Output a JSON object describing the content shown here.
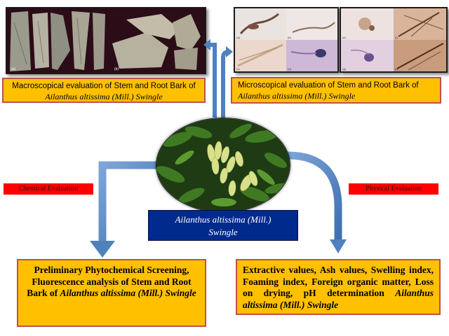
{
  "macro_photo_labels": [
    "(a)",
    "(b)"
  ],
  "micro_photo_labels": [
    "(a)",
    "(b)",
    "(c)",
    "(d)",
    "(e)",
    "(f)",
    "(g)",
    "(h)"
  ],
  "macro_caption": {
    "line1": "Macroscopical evaluation of Stem and Root Bark of",
    "line2": "Ailanthus altissima (Mill.) Swingle"
  },
  "micro_caption": {
    "line1": "Microscopical evaluation of Stem and Root Bark of",
    "line2": "Ailanthus altissima (Mill.) Swingle"
  },
  "chem_label": "Chemical Evaluation",
  "phys_label": "Physical Evaluation",
  "center_title": {
    "line1": "Ailanthus altissima (Mill.)",
    "line2": "Swingle"
  },
  "chem_result": {
    "text": "Preliminary Phytochemical Screening, Fluorescence analysis of Stem and Root Bark of",
    "species": "Ailanthus altissima (Mill.) Swingle"
  },
  "phys_result": {
    "text": "Extractive values, Ash values, Swelling index, Foaming index, Foreign organic matter, Loss on drying, pH determination",
    "species": "Ailanthus altissima (Mill.) Swingle"
  },
  "colors": {
    "caption_fill": "#ffc000",
    "caption_border": "#c0504d",
    "label_red": "#ff0000",
    "title_navy": "#002a8c",
    "arrow_blue": "#4f81bd"
  }
}
